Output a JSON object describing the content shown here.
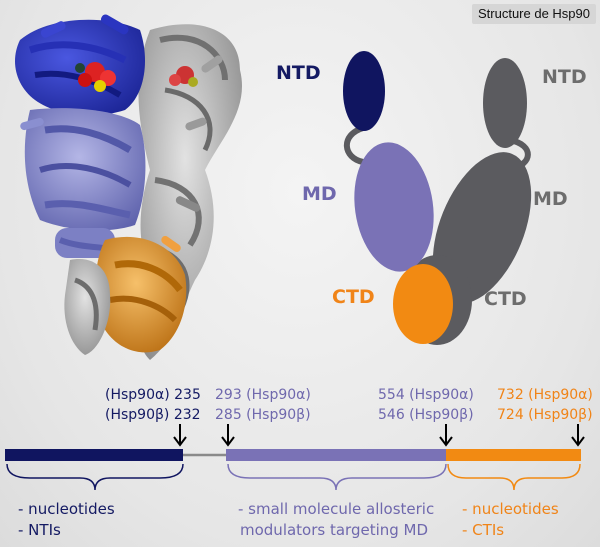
{
  "header": {
    "title": "Structure de Hsp90"
  },
  "domains": {
    "left": {
      "ntd": "NTD",
      "md": "MD",
      "ctd": "CTD"
    },
    "right": {
      "ntd": "NTD",
      "md": "MD",
      "ctd": "CTD"
    }
  },
  "positions": {
    "ntd_end": {
      "line1": "(Hsp90α) 235",
      "line2": "(Hsp90β) 232"
    },
    "md_start": {
      "line1": "293 (Hsp90α)",
      "line2": "285 (Hsp90β)"
    },
    "md_end": {
      "line1": "554 (Hsp90α)",
      "line2": "546 (Hsp90β)"
    },
    "ctd_end": {
      "line1": "732 (Hsp90α)",
      "line2": "724 (Hsp90β)"
    }
  },
  "descriptions": {
    "ntd": {
      "line1": "- nucleotides",
      "line2": "- NTIs"
    },
    "md": {
      "line1": "- small molecule allosteric",
      "line2": "modulators targeting MD"
    },
    "ctd": {
      "line1": "- nucleotides",
      "line2": "- CTIs"
    }
  },
  "colors": {
    "ntd": "#101560",
    "md": "#7a72b6",
    "ctd": "#f28a12",
    "grey": "#5b5b5f"
  }
}
